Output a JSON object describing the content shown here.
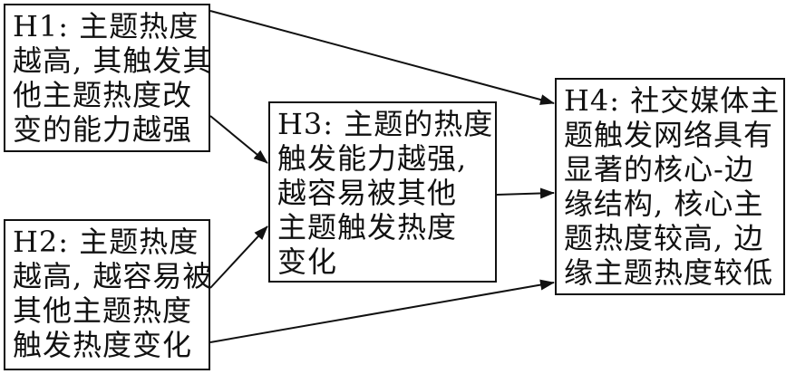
{
  "diagram": {
    "nodes": [
      {
        "id": "h1",
        "lines": [
          "H1: 主题热度",
          "越高, 其触发其",
          "他主题热度改",
          "变的能力越强"
        ]
      },
      {
        "id": "h2",
        "lines": [
          "H2: 主题热度",
          "越高, 越容易被",
          "其他主题热度",
          "触发热度变化"
        ]
      },
      {
        "id": "h3",
        "lines": [
          "H3: 主题的热度",
          "触发能力越强,",
          "越容易被其他",
          "主题触发热度",
          "变化"
        ]
      },
      {
        "id": "h4",
        "lines": [
          "H4: 社交媒体主",
          "题触发网络具有",
          "显著的核心-边",
          "缘结构, 核心主",
          "题热度较高, 边",
          "缘主题热度较低"
        ]
      }
    ],
    "edges": [
      {
        "from": "h1",
        "to": "h4"
      },
      {
        "from": "h1",
        "to": "h3"
      },
      {
        "from": "h2",
        "to": "h3"
      },
      {
        "from": "h2",
        "to": "h4"
      },
      {
        "from": "h3",
        "to": "h4"
      }
    ],
    "colors": {
      "stroke": "#111111",
      "background": "#ffffff"
    }
  }
}
